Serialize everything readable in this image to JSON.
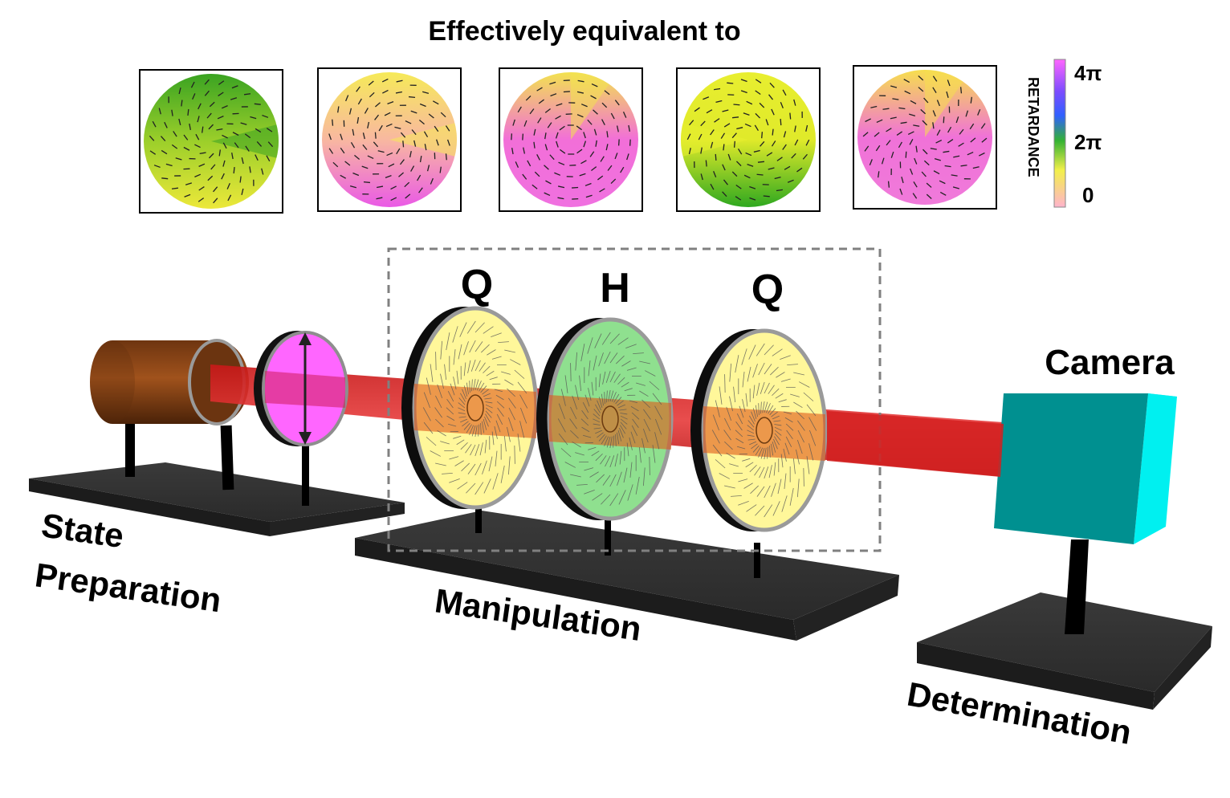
{
  "title": "Effectively equivalent to",
  "colorbar": {
    "label": "RETARDANCE",
    "ticks": [
      "4π",
      "2π",
      "0"
    ],
    "colors": [
      "#ff66ff",
      "#4040ff",
      "#33b233",
      "#f2f04a",
      "#ffb3cc"
    ]
  },
  "panels": [
    {
      "top": "#3aa322",
      "bottom": "#ece83a",
      "cut": "right",
      "left_tone": "#9ccf2a"
    },
    {
      "top": "#f6ea58",
      "bottom": "#ea5ae6",
      "cut": "right",
      "left_tone": "#f8b8a0"
    },
    {
      "top": "#f2e250",
      "bottom": "#f070e0",
      "cut": "up",
      "left_tone": "#f26fd8"
    },
    {
      "top": "#e8ee30",
      "bottom": "#2fa820",
      "cut": "left",
      "left_tone": "#e0ea2a"
    },
    {
      "top": "#f6de4e",
      "bottom": "#f07ada",
      "cut": "up",
      "left_tone": "#f072d8"
    }
  ],
  "plates": [
    {
      "label": "Q",
      "fill": "#fff79a"
    },
    {
      "label": "H",
      "fill": "#8fe08f"
    },
    {
      "label": "Q",
      "fill": "#fff79a"
    }
  ],
  "stages": {
    "state": "State",
    "preparation": "Preparation",
    "manipulation": "Manipulation",
    "determination": "Determination"
  },
  "camera_label": "Camera",
  "colors": {
    "beam": "#d42020",
    "laser": "#8b4513",
    "polarizer": "#ff66ff",
    "camera_front": "#009090",
    "camera_side": "#00f0f0",
    "camera_top": "#30e6e6",
    "table": "#333333"
  }
}
